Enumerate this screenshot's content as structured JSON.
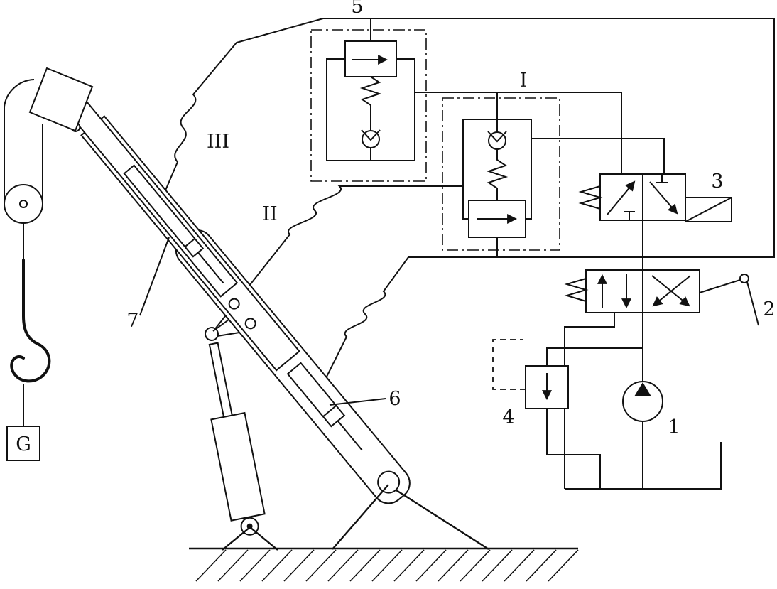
{
  "labels": {
    "pump": "1",
    "valve2": "2",
    "valve3": "3",
    "relief4": "4",
    "valve5": "5",
    "cylinder6": "6",
    "cylinder7": "7",
    "blockI": "I",
    "lineII": "II",
    "lineIII": "III",
    "load": "G"
  },
  "colors": {
    "ink": "#111111",
    "background": "#ffffff"
  }
}
